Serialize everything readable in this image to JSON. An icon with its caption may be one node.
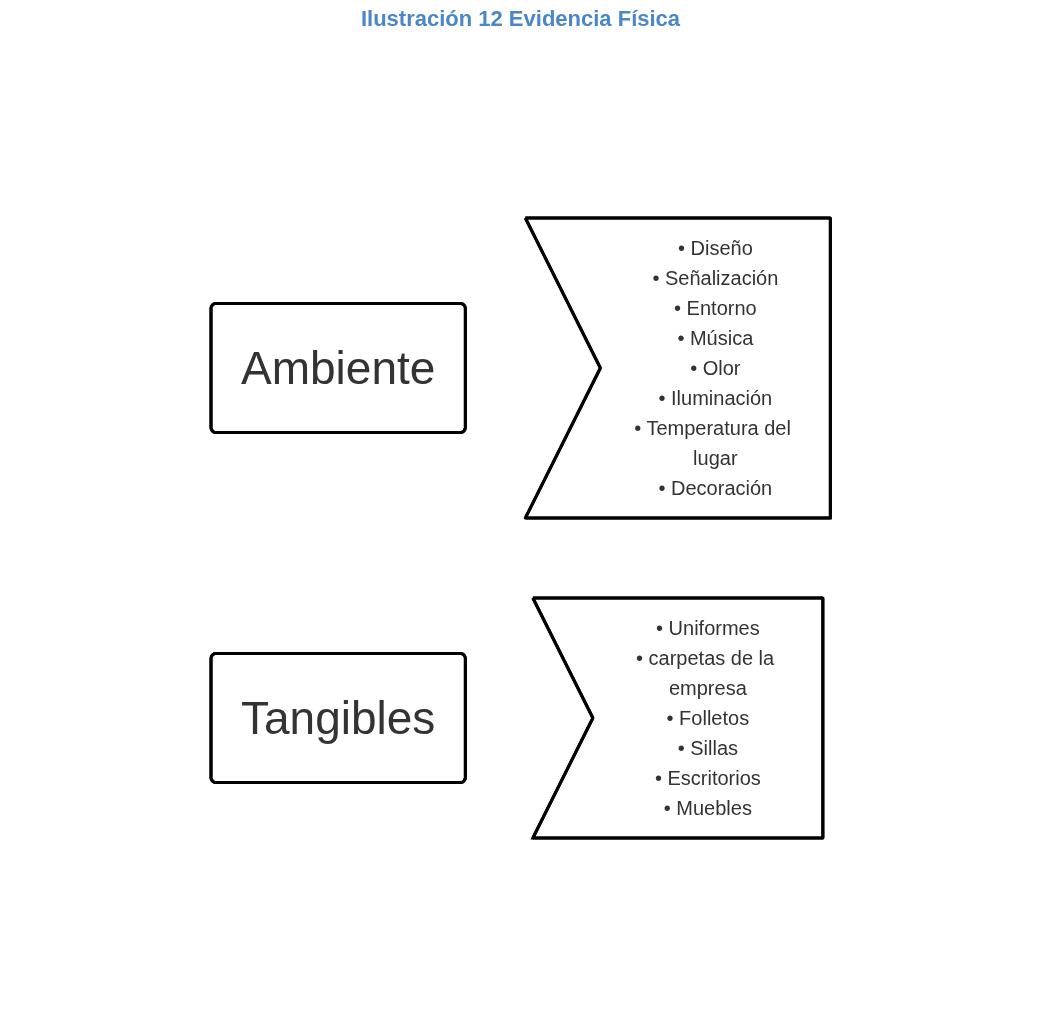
{
  "diagram": {
    "title": "Ilustración 12 Evidencia Física",
    "nodes": [
      {
        "text": [
          "Ambiente"
        ]
      },
      {
        "text": [
          "• Diseño",
          "• Señalización",
          "• Entorno",
          "• Música",
          "• Olor",
          "• Iluminación",
          "• Temperatura del lugar",
          "• Decoración"
        ]
      },
      {
        "text": [
          "Tangibles"
        ]
      },
      {
        "text": [
          "• Uniformes",
          "• carpetas de la empresa",
          "• Folletos",
          "• Sillas",
          "• Escritorios",
          "• Muebles"
        ]
      }
    ]
  }
}
